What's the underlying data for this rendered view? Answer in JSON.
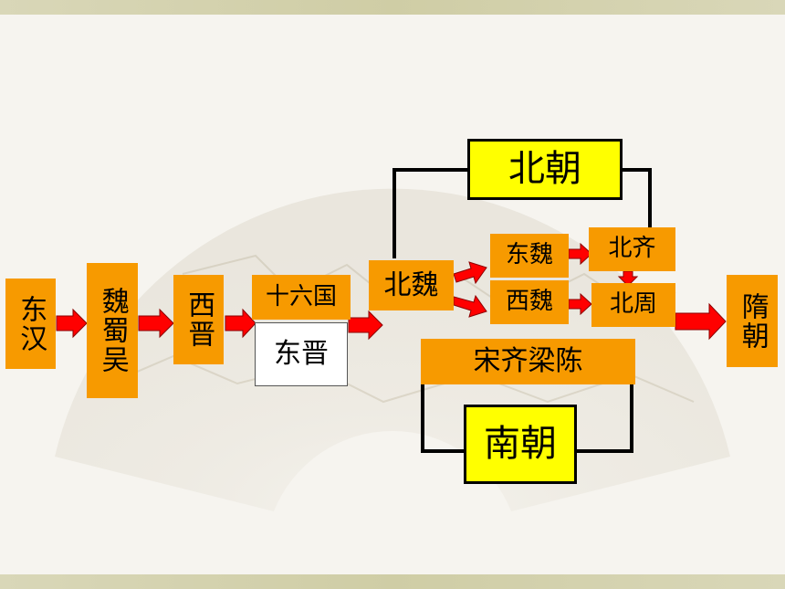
{
  "nodes": {
    "donghan": "东汉",
    "weishuwu": "魏蜀吴",
    "xijin": "西晋",
    "shiliuguo": "十六国",
    "dongjin": "东晋",
    "beiwei": "北魏",
    "dongwei": "东魏",
    "xiwei": "西魏",
    "beiqi": "北齐",
    "beizhou": "北周",
    "suichao": "隋朝",
    "beichao": "北朝",
    "nanchao": "南朝",
    "songqiliangchen": "宋齐梁陈"
  },
  "colors": {
    "box_orange": "#f79a00",
    "label_yellow": "#ffff00",
    "arrow_red": "#ff0000",
    "band": "#d6d4b0"
  }
}
